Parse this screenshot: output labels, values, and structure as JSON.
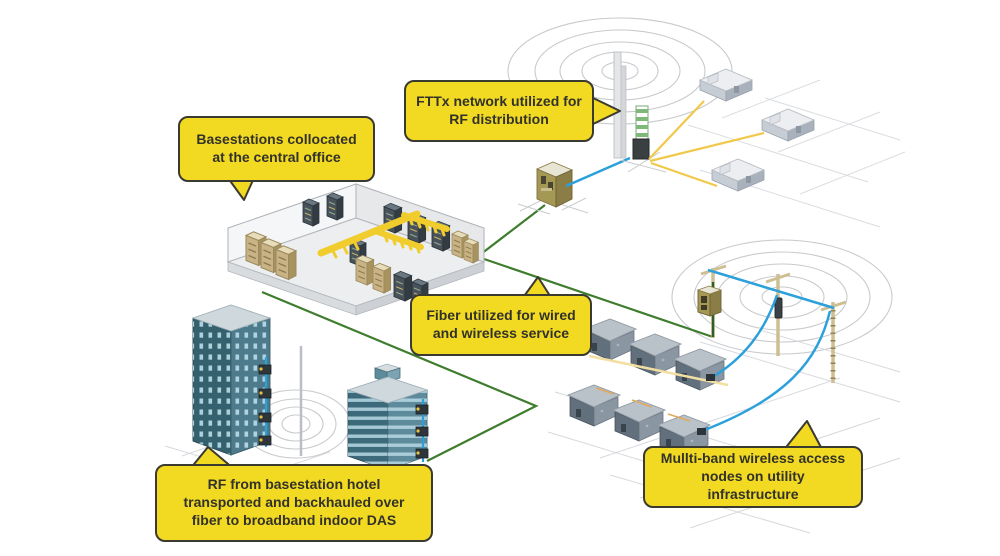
{
  "diagram": {
    "callouts": {
      "basestations": "Basestations collocated at the central office",
      "fttx": "FTTx network utilized for RF distribution",
      "fiber": "Fiber utilized for wired and wireless service",
      "rf_das": "RF from basestation hotel transported and backhauled over fiber to broadband indoor DAS",
      "multiband": "Mullti-band wireless access nodes on utility infrastructure"
    },
    "colors": {
      "callout_bg": "#f2da22",
      "callout_border": "#3a3a30",
      "fiber_green": "#3f7d2e",
      "rf_blue": "#2ba0da",
      "drop_yellow": "#f0c84a"
    }
  }
}
